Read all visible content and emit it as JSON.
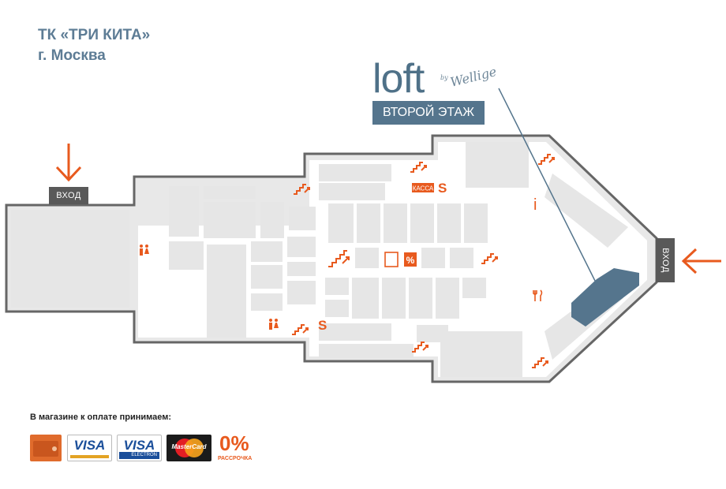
{
  "header": {
    "mall_name": "ТК «ТРИ КИТА»",
    "city": "г. Москва"
  },
  "store": {
    "logo_text": "loft",
    "logo_script": "Wellige",
    "logo_by": "by",
    "floor_label": "ВТОРОЙ ЭТАЖ"
  },
  "map": {
    "entrance_left": "ВХОД",
    "entrance_right": "ВХОД",
    "cashier_label": "КАССА",
    "info_symbol": "i",
    "sale_symbol": "S",
    "percent_symbol": "%",
    "icons": [
      "escalator-icon",
      "restroom-icon",
      "cafe-icon",
      "atm-icon",
      "info-icon",
      "arrow-down-icon",
      "arrow-left-icon"
    ]
  },
  "payments": {
    "label": "В магазине к оплате принимаем:",
    "methods": {
      "wallet": "wallet-icon",
      "visa": "VISA",
      "visa_electron": "VISA",
      "visa_electron_sub": "ELECTRON",
      "mastercard": "MasterCard",
      "installment_big": "0%",
      "installment_small": "РАССРОЧКА"
    }
  },
  "colors": {
    "accent": "#e85a1e",
    "brand": "#55758d",
    "outline": "#666666",
    "block": "#e6e6e6",
    "store_highlight": "#55758d"
  }
}
